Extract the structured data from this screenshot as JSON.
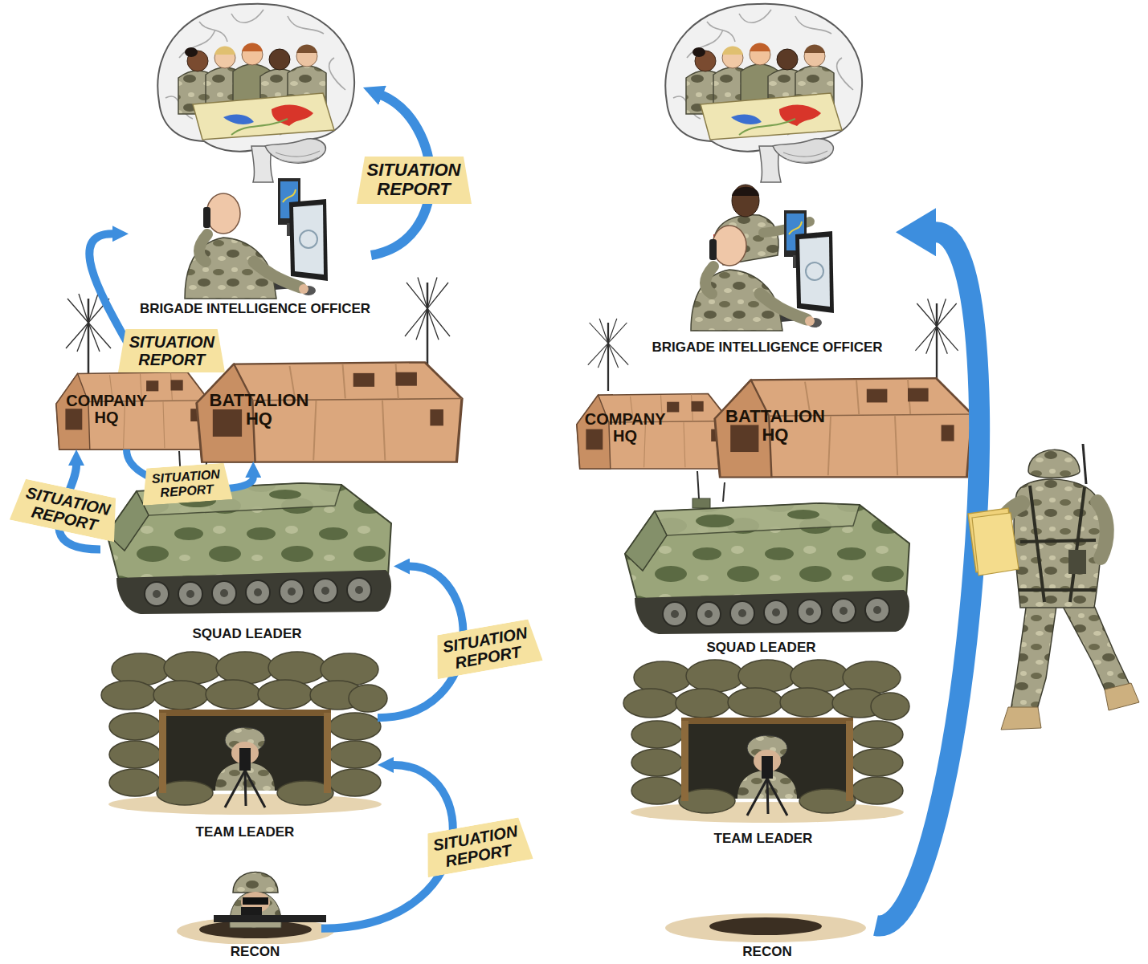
{
  "diagram": {
    "nodes": [
      {
        "text": [
          "BRIGADE INTELLIGENCE OFFICER"
        ]
      },
      {
        "text": [
          "COMPANY HQ"
        ]
      },
      {
        "text": [
          "BATTALION HQ"
        ]
      },
      {
        "text": [
          "SQUAD LEADER"
        ]
      },
      {
        "text": [
          "TEAM LEADER"
        ]
      },
      {
        "text": [
          "RECON"
        ]
      },
      {
        "text": [
          "BRIGADE INTELLIGENCE OFFICER"
        ]
      },
      {
        "text": [
          "COMPANY HQ"
        ]
      },
      {
        "text": [
          "BATTALION HQ"
        ]
      },
      {
        "text": [
          "SQUAD LEADER"
        ]
      },
      {
        "text": [
          "TEAM LEADER"
        ]
      },
      {
        "text": [
          "RECON"
        ]
      }
    ],
    "edges": [
      {
        "from": 5,
        "to": 4,
        "label": "SITUATION REPORT",
        "arrow": "to"
      },
      {
        "from": 4,
        "to": 3,
        "label": "SITUATION REPORT",
        "arrow": "to"
      },
      {
        "from": 3,
        "to": 1,
        "label": "SITUATION REPORT",
        "arrow": "to"
      },
      {
        "from": 1,
        "to": 2,
        "label": "SITUATION REPORT",
        "arrow": "to"
      },
      {
        "from": 1,
        "to": 0,
        "label": "SITUATION REPORT",
        "arrow": "to"
      },
      {
        "from": 11,
        "to": 6,
        "arrow": "to"
      }
    ],
    "labels": [
      "SITUATION REPORT"
    ]
  }
}
